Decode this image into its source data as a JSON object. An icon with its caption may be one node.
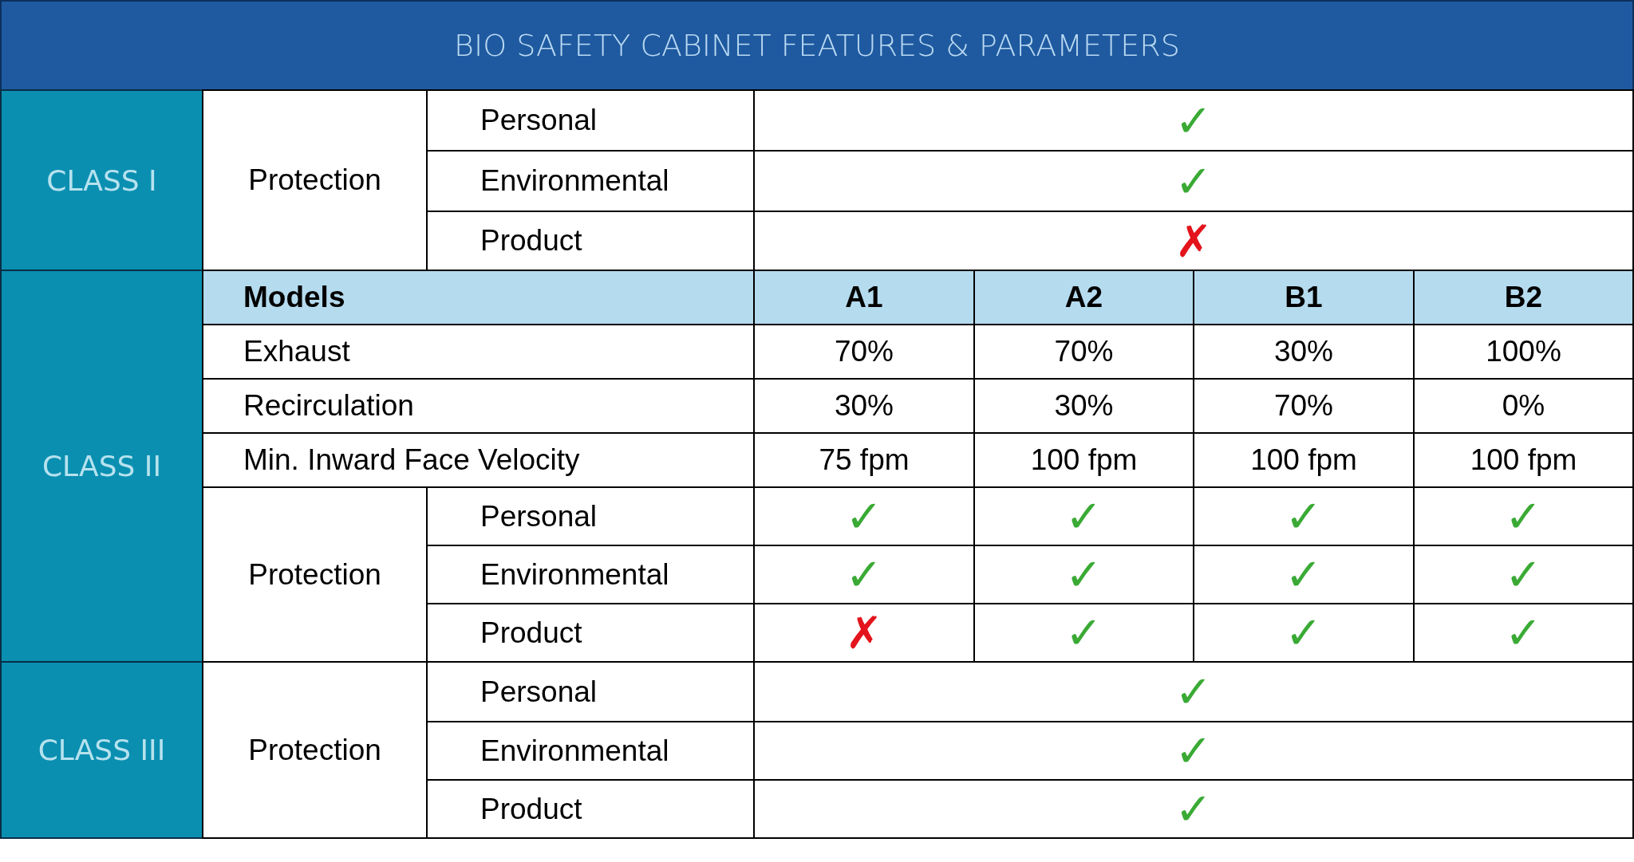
{
  "diagram": {
    "title": "BIO SAFETY CABINET FEATURES & PARAMETERS",
    "labels": [
      "CLASS I",
      "Protection",
      "Personal",
      "✓",
      "Environmental",
      "✓",
      "Product",
      "✗",
      "CLASS II",
      "Models",
      "A1",
      "A2",
      "B1",
      "B2",
      "Exhaust",
      "70%",
      "70%",
      "30%",
      "100%",
      "Recirculation",
      "30%",
      "30%",
      "70%",
      "0%",
      "Min. Inward Face Velocity",
      "75 fpm",
      "100 fpm",
      "100 fpm",
      "100 fpm",
      "Protection",
      "Personal",
      "✓",
      "✓",
      "✓",
      "✓",
      "Environmental",
      "✓",
      "✓",
      "✓",
      "✓",
      "Product",
      "✗",
      "✓",
      "✓",
      "✓",
      "CLASS III",
      "Protection",
      "Personal",
      "✓",
      "Environmental",
      "✓",
      "Product",
      "✓"
    ]
  }
}
